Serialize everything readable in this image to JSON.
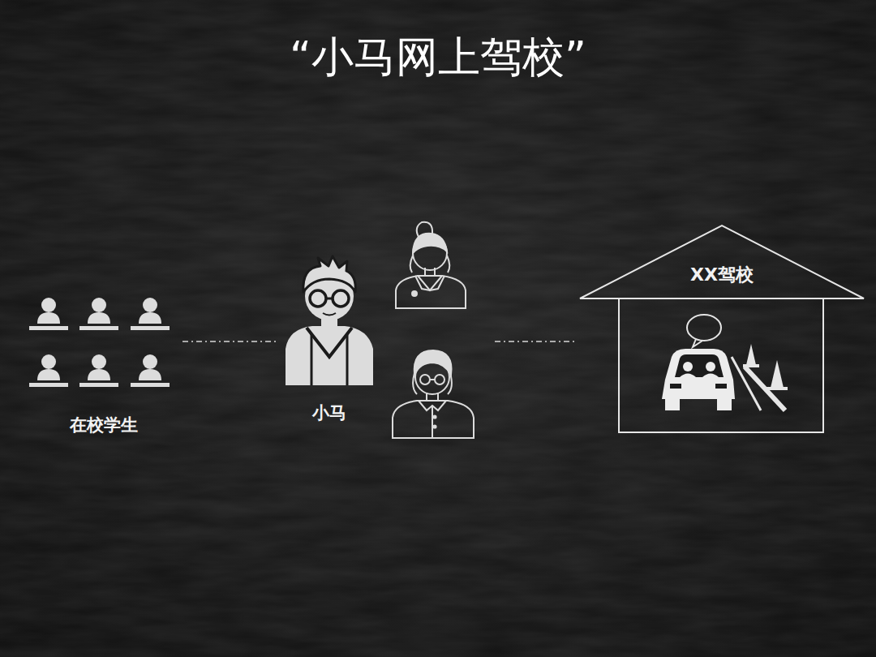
{
  "diagram": {
    "title": "“小马网上驾校”",
    "nodes": [
      {
        "text": [
          "在校学生"
        ]
      },
      {
        "text": [
          "小马"
        ]
      },
      {
        "text": [
          "XX驾校"
        ]
      }
    ],
    "edges": [
      {
        "from": 0,
        "to": 1,
        "arrow": "none"
      },
      {
        "from": 1,
        "to": 2,
        "arrow": "none"
      }
    ]
  }
}
